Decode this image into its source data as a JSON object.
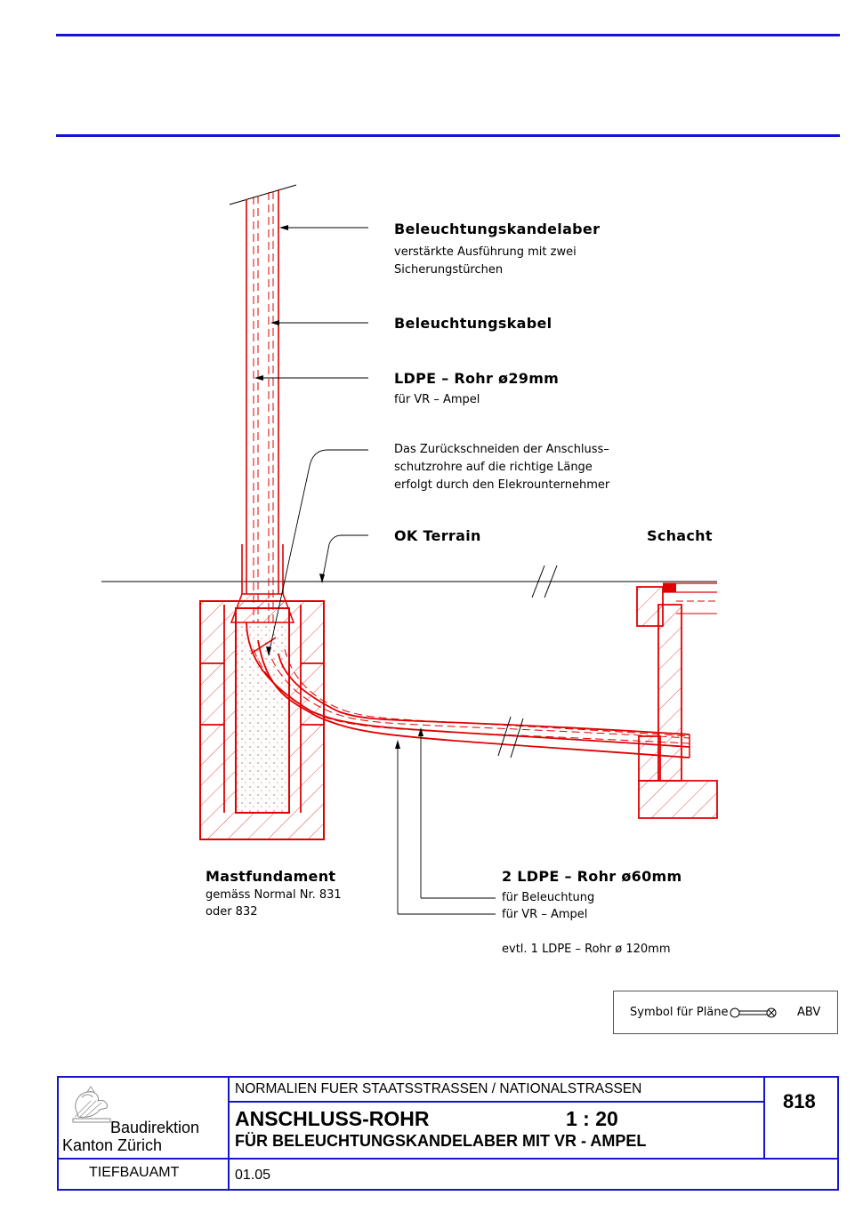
{
  "labels": {
    "kandelaber_title": "Beleuchtungskandelaber",
    "kandelaber_desc_1": "verstärkte Ausführung mit zwei",
    "kandelaber_desc_2": "Sicherungstürchen",
    "kabel": "Beleuchtungskabel",
    "ldpe29_title": "LDPE – Rohr  ø29mm",
    "ldpe29_desc": "für VR – Ampel",
    "note_1": "Das Zurückschneiden der Anschluss–",
    "note_2": "schutzrohre auf die richtige Länge",
    "note_3": "erfolgt durch den Elekrounternehmer",
    "ok_terrain": "OK Terrain",
    "schacht": "Schacht",
    "mast_title": "Mastfundament",
    "mast_desc_1": "gemäss Normal Nr. 831",
    "mast_desc_2": "oder 832",
    "ldpe60_title": "2 LDPE – Rohr  ø60mm",
    "ldpe60_desc_1": "für Beleuchtung",
    "ldpe60_desc_2": "für VR – Ampel",
    "ldpe120": "evtl. 1 LDPE – Rohr  ø 120mm"
  },
  "symbol_box": {
    "label": "Symbol für Pläne",
    "abbr": "ABV",
    "icon": "cable-connection-symbol-icon"
  },
  "title_block": {
    "authority_line1": "Baudirektion",
    "authority_line2": "Kanton Zürich",
    "department": "TIEFBAUAMT",
    "series": "NORMALIEN  FUER  STAATSSTRASSEN / NATIONALSTRASSEN",
    "title": "ANSCHLUSS-ROHR",
    "scale": "1 : 20",
    "subtitle": "FÜR BELEUCHTUNGSKANDELABER MIT VR - AMPEL",
    "date": "01.05",
    "number": "818",
    "logo_icon": "zurich-lion-logo-icon"
  },
  "colors": {
    "rule_blue": "#1414d2",
    "construction_red": "#e00000",
    "leader_black": "#000000"
  }
}
